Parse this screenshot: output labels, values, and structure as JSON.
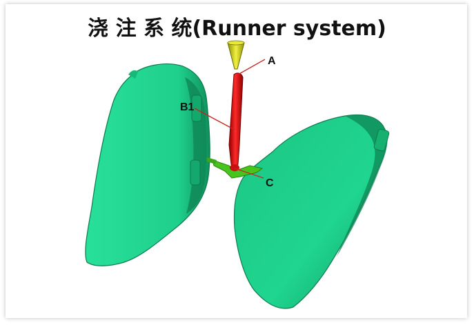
{
  "title": "浇 注 系 统(Runner system)",
  "labels": {
    "a": "A",
    "b1": "B1",
    "c": "C"
  },
  "colors": {
    "part": "#1fcf8c",
    "part_dark": "#0f8a58",
    "sprue": "#e01010",
    "runner": "#48c41e",
    "nozzle": "#d6d61a",
    "leader": "#cc2222"
  }
}
